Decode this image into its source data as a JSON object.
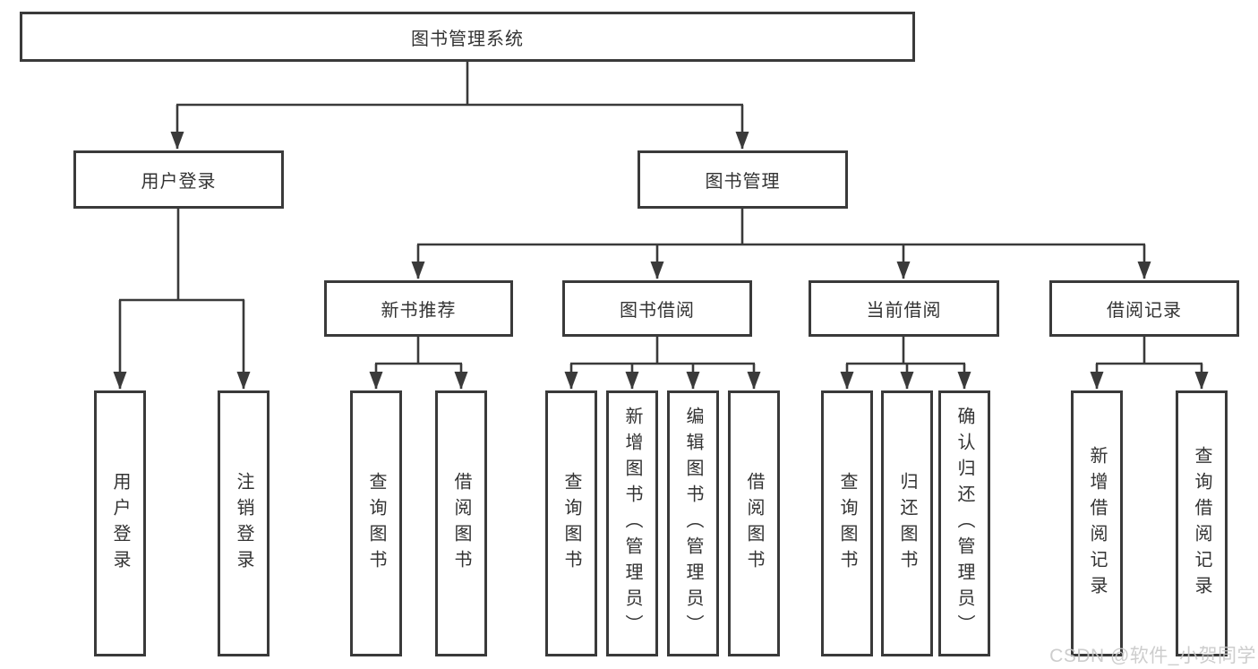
{
  "tree": {
    "root": "图书管理系统",
    "children": [
      {
        "label": "用户登录",
        "children": [
          {
            "label": "用户登录"
          },
          {
            "label": "注销登录"
          }
        ]
      },
      {
        "label": "图书管理",
        "children": [
          {
            "label": "新书推荐",
            "children": [
              {
                "label": "查询图书"
              },
              {
                "label": "借阅图书"
              }
            ]
          },
          {
            "label": "图书借阅",
            "children": [
              {
                "label": "查询图书"
              },
              {
                "label": "新增图书（管理员）"
              },
              {
                "label": "编辑图书（管理员）"
              },
              {
                "label": "借阅图书"
              }
            ]
          },
          {
            "label": "当前借阅",
            "children": [
              {
                "label": "查询图书"
              },
              {
                "label": "归还图书"
              },
              {
                "label": "确认归还（管理员）"
              }
            ]
          },
          {
            "label": "借阅记录",
            "children": [
              {
                "label": "新增借阅记录"
              },
              {
                "label": "查询借阅记录"
              }
            ]
          }
        ]
      }
    ]
  },
  "watermark": "CSDN @软件_小贺同学",
  "colors": {
    "line": "#3a3a3a",
    "text": "#333333",
    "watermark": "#c8c8c8",
    "background": "#ffffff"
  }
}
